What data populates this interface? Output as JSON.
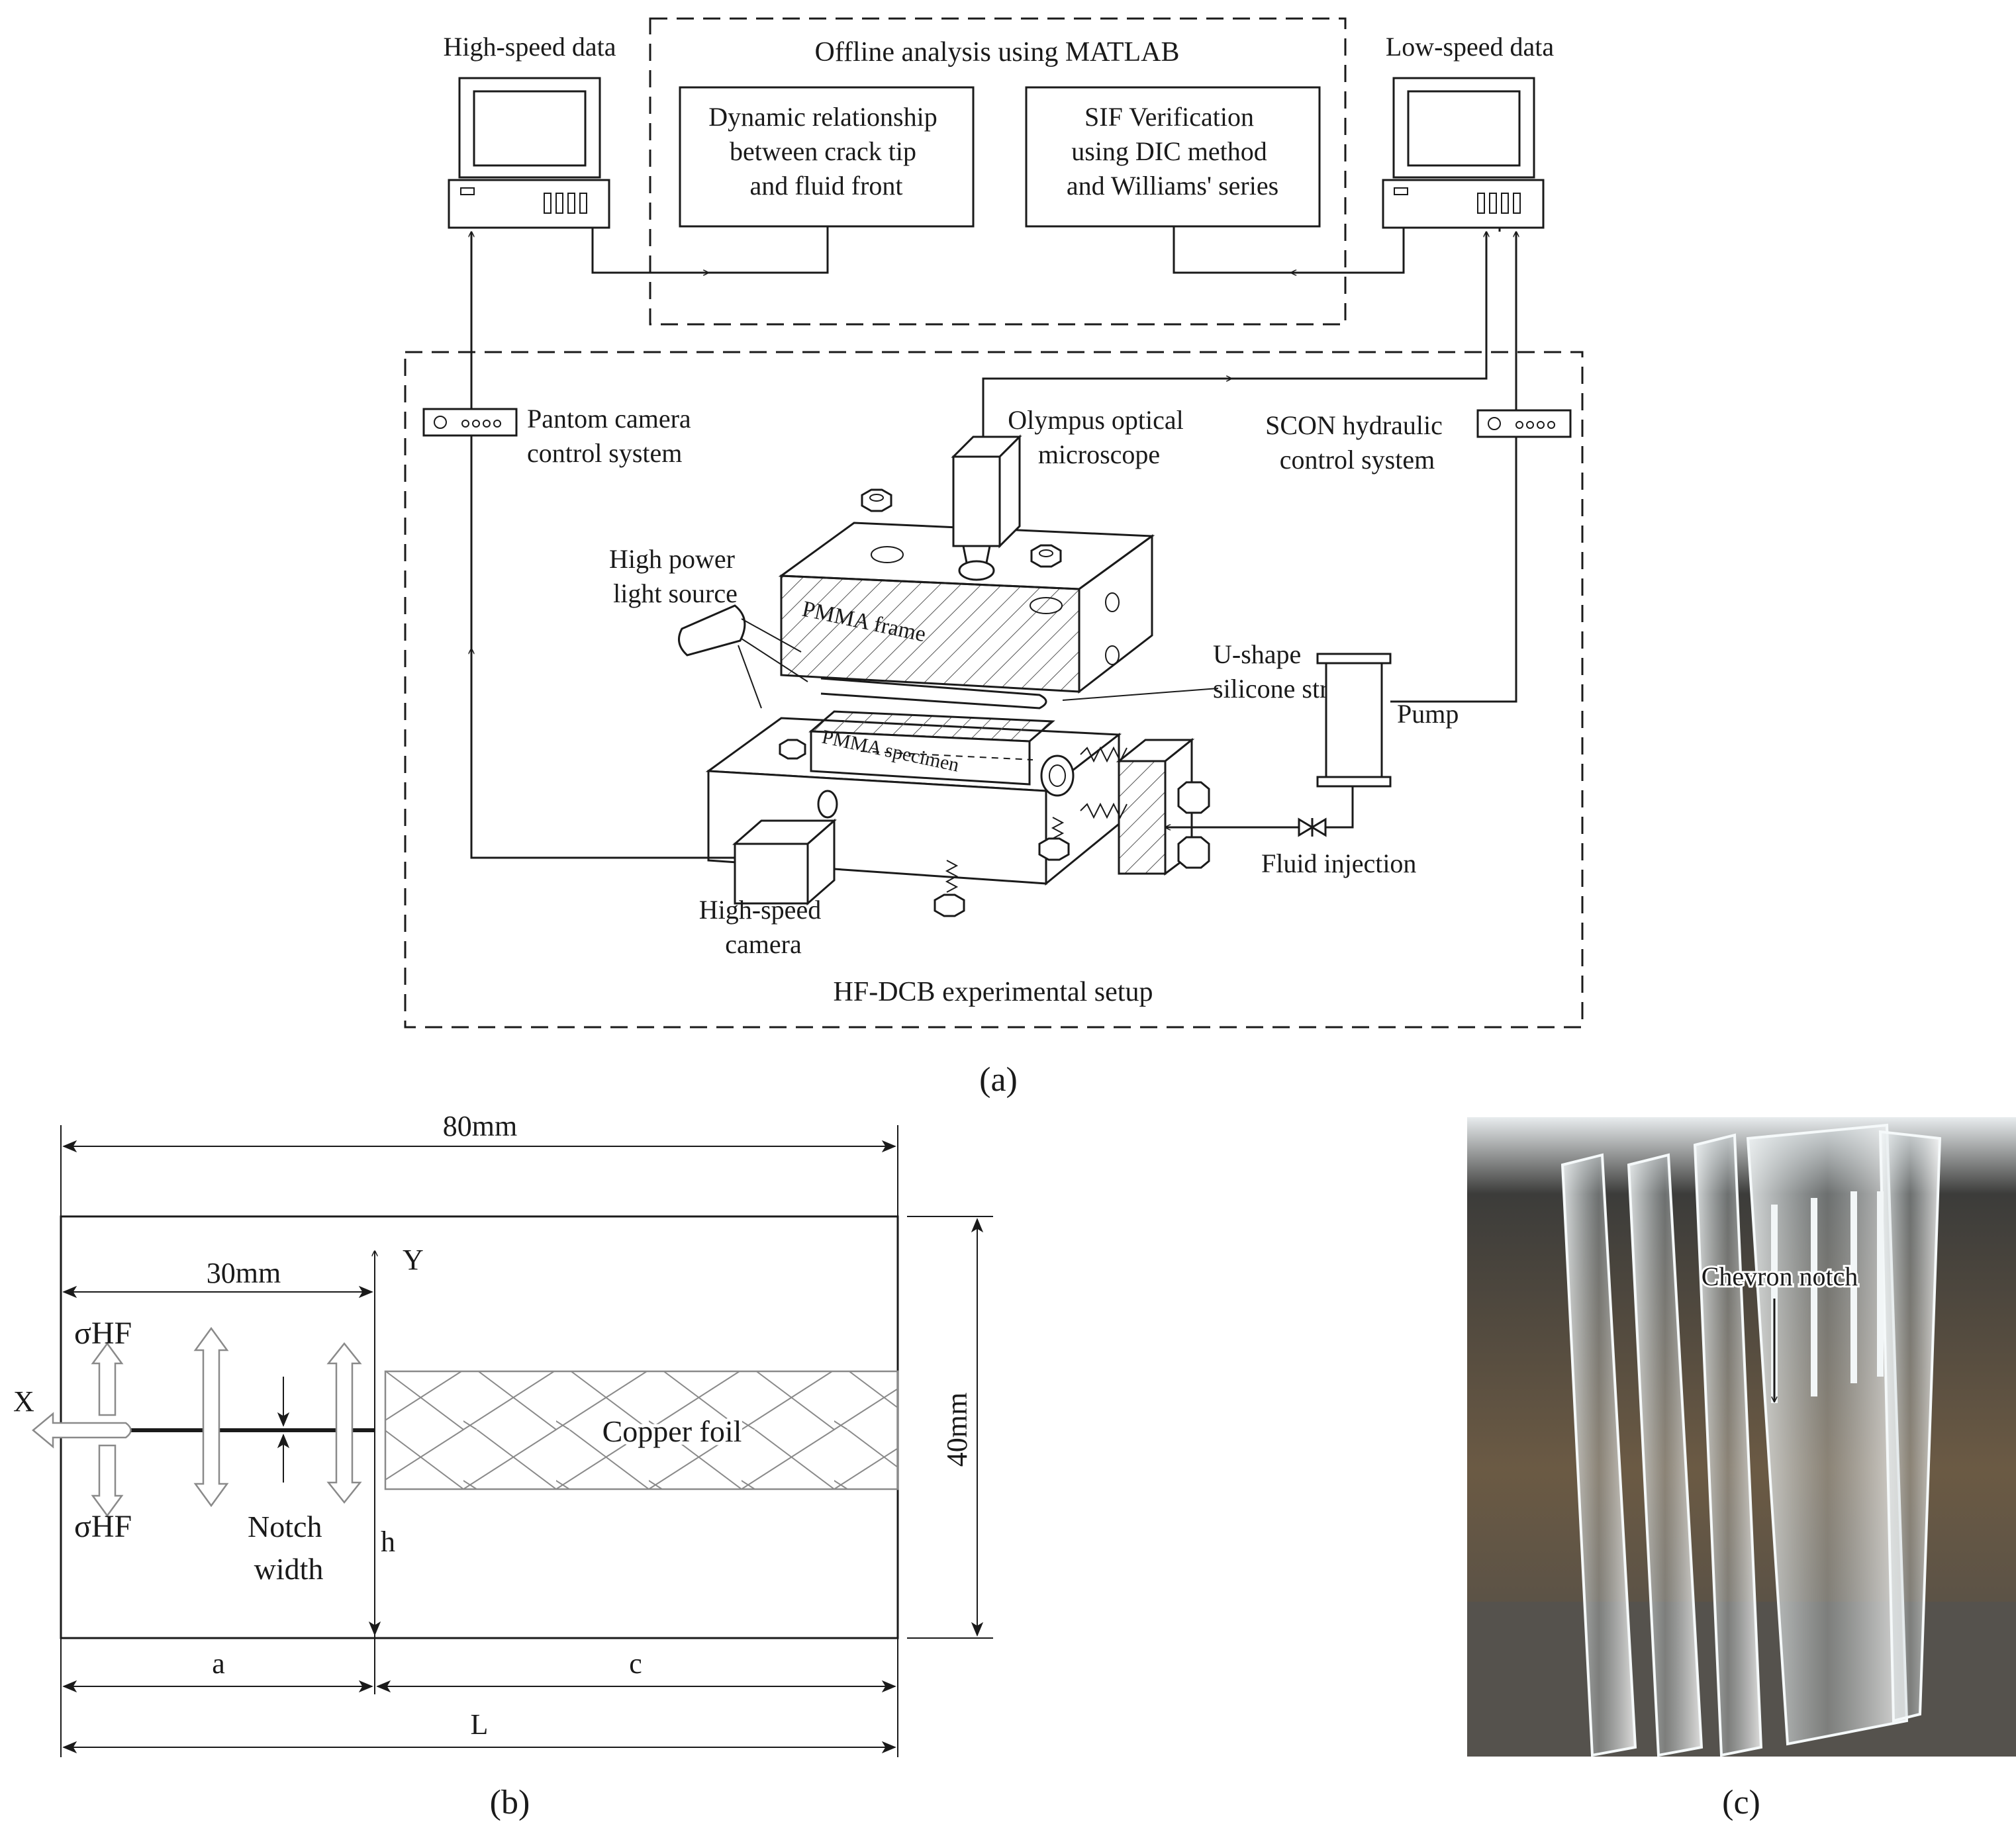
{
  "panel_a": {
    "offline_title": "Offline analysis using MATLAB",
    "box_dynamic": [
      "Dynamic relationship",
      "between crack tip",
      "and fluid front"
    ],
    "box_sif": [
      "SIF Verification",
      "using DIC method",
      "and Williams' series"
    ],
    "high_speed_data": "High-speed data",
    "low_speed_data": "Low-speed data",
    "pantom": [
      "Pantom camera",
      "control system"
    ],
    "olympus": [
      "Olympus optical",
      "microscope"
    ],
    "scon": [
      "SCON hydraulic",
      "control system"
    ],
    "light_source": [
      "High power",
      "light source"
    ],
    "pmma_frame": "PMMA frame",
    "pmma_specimen": "PMMA specimen",
    "u_shape": [
      "U-shape",
      "silicone strip"
    ],
    "pump": "Pump",
    "fluid_injection": "Fluid injection",
    "high_speed_camera": [
      "High-speed",
      "camera"
    ],
    "setup_title": "HF-DCB experimental setup",
    "panel_label": "(a)"
  },
  "panel_b": {
    "dim_80": "80mm",
    "dim_30": "30mm",
    "dim_40": "40mm",
    "axis_y": "Y",
    "axis_x": "X",
    "sigma_top": "σHF",
    "sigma_bottom": "σHF",
    "notch_width": [
      "Notch",
      "width"
    ],
    "h": "h",
    "copper_foil": "Copper foil",
    "a": "a",
    "c": "c",
    "L": "L",
    "panel_label": "(b)"
  },
  "panel_c": {
    "chevron_notch": "Chevron notch",
    "panel_label": "(c)"
  },
  "colors": {
    "line": "#1a1a1a",
    "photo_wall": "#3a3a38",
    "photo_floor": "#6a665f",
    "acrylic": "#dfe6e8"
  }
}
